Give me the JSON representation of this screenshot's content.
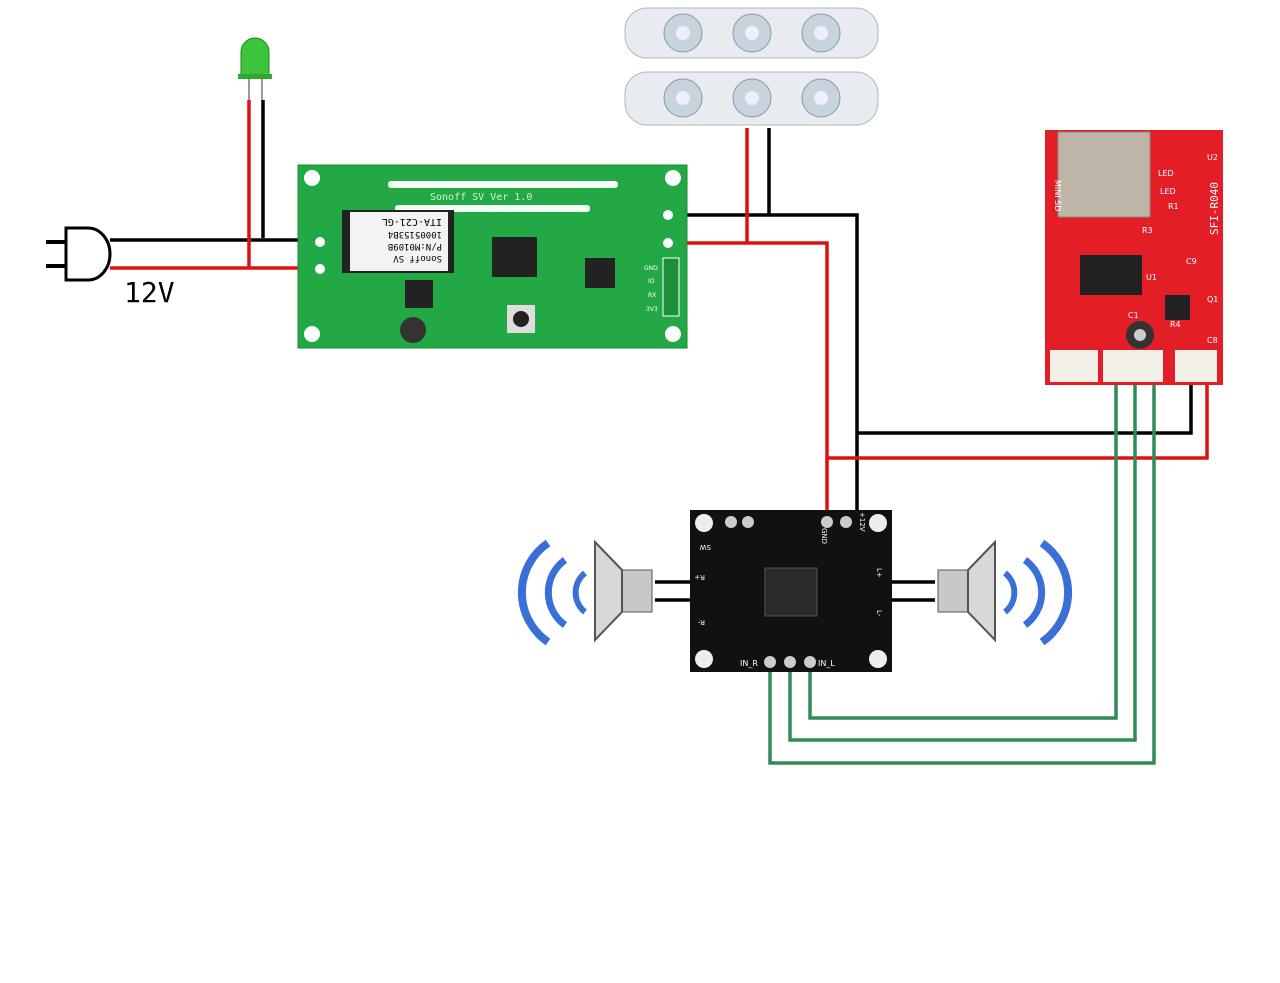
{
  "power": {
    "label": "12V"
  },
  "sonoff": {
    "title": "Sonoff SV Ver 1.0",
    "module_lines": [
      "Sonoff SV",
      "P/N:M0109B",
      "10005153B4",
      "ITA-C21-GL"
    ],
    "pins": [
      "GND",
      "IO",
      "RX",
      "3V3"
    ]
  },
  "mp3": {
    "name": "SFI-R040",
    "labels": [
      "MINI SD",
      "LED",
      "LED",
      "R1",
      "R3",
      "U1",
      "U2",
      "C9",
      "Q1",
      "R4",
      "C8",
      "C1"
    ]
  },
  "amp": {
    "labels": [
      "SW",
      "GND",
      "+12V",
      "R+",
      "R-",
      "L+",
      "L-",
      "IN_R",
      "IN_L"
    ]
  },
  "colors": {
    "wire_power": "#e01010",
    "wire_ground": "#000000",
    "wire_signal": "#2e8b57",
    "sonoff_pcb": "#22a845",
    "mp3_pcb": "#e41e26",
    "amp_pcb": "#111111",
    "speaker_waves": "#3a6fd8"
  }
}
